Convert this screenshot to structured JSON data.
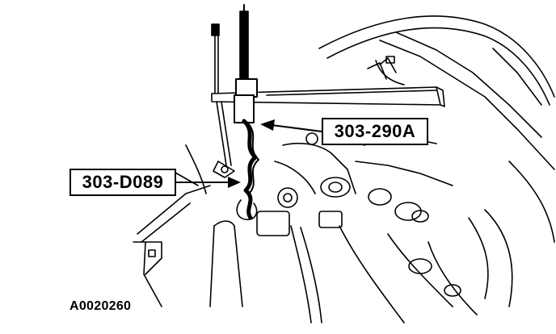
{
  "callouts": {
    "tool_a": "303-290A",
    "tool_b": "303-D089"
  },
  "figure_id": "A0020260",
  "colors": {
    "ink": "#000000",
    "paper": "#ffffff"
  }
}
